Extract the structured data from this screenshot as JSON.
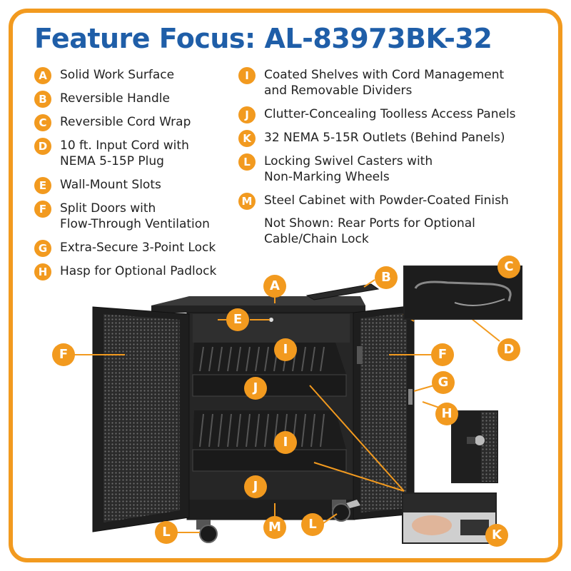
{
  "title": "Feature Focus: AL-83973BK-32",
  "features": [
    {
      "letter": "A",
      "line1": "Solid Work Surface",
      "line2": ""
    },
    {
      "letter": "B",
      "line1": "Reversible Handle",
      "line2": ""
    },
    {
      "letter": "C",
      "line1": "Reversible Cord Wrap",
      "line2": ""
    },
    {
      "letter": "D",
      "line1": "10 ft. Input Cord with",
      "line2": "NEMA 5-15P Plug"
    },
    {
      "letter": "E",
      "line1": "Wall-Mount Slots",
      "line2": ""
    },
    {
      "letter": "F",
      "line1": "Split Doors with",
      "line2": "Flow-Through Ventilation"
    },
    {
      "letter": "G",
      "line1": "Extra-Secure 3-Point Lock",
      "line2": ""
    },
    {
      "letter": "H",
      "line1": "Hasp for Optional Padlock",
      "line2": ""
    },
    {
      "letter": "I",
      "line1": "Coated Shelves with Cord Management",
      "line2": "and Removable Dividers"
    },
    {
      "letter": "J",
      "line1": "Clutter-Concealing Toolless Access Panels",
      "line2": ""
    },
    {
      "letter": "K",
      "line1": "32 NEMA 5-15R Outlets (Behind Panels)",
      "line2": ""
    },
    {
      "letter": "L",
      "line1": "Locking Swivel Casters with",
      "line2": "Non-Marking Wheels"
    },
    {
      "letter": "M",
      "line1": "Steel Cabinet with Powder-Coated Finish",
      "line2": ""
    }
  ],
  "not_shown": {
    "line1": "Not Shown: Rear Ports for Optional",
    "line2": "Cable/Chain Lock"
  },
  "accent_color": "#f29a1f",
  "title_color": "#1f5ea8"
}
